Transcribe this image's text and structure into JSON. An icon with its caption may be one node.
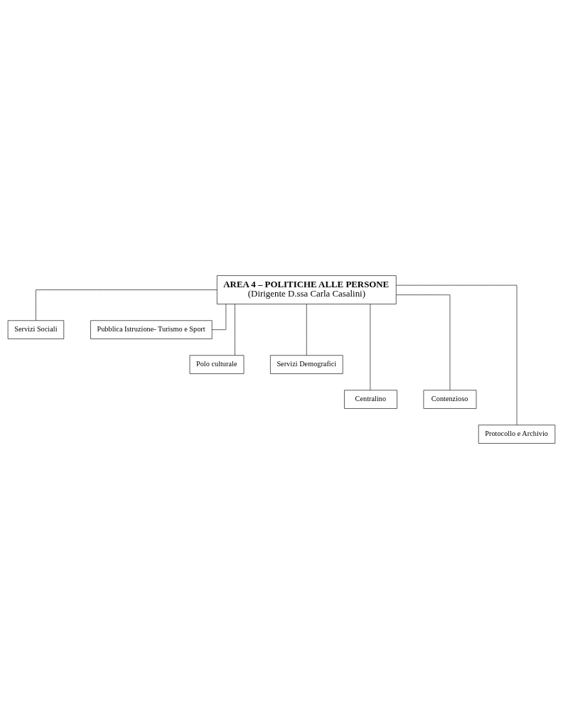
{
  "diagram": {
    "nodes": [
      {
        "text": [
          "AREA 4 – POLITICHE ALLE PERSONE",
          "(Dirigente D.ssa Carla Casalini)"
        ]
      },
      {
        "text": [
          "Servizi Sociali"
        ]
      },
      {
        "text": [
          "Pubblica Istruzione- Turismo e Sport"
        ]
      },
      {
        "text": [
          "Polo culturale"
        ]
      },
      {
        "text": [
          "Servizi Demografici"
        ]
      },
      {
        "text": [
          "Centralino"
        ]
      },
      {
        "text": [
          "Contenzioso"
        ]
      },
      {
        "text": [
          "Protocollo e Archivio"
        ]
      }
    ],
    "edges": [
      {
        "from": 0,
        "to": 1,
        "arrow": "none"
      },
      {
        "from": 0,
        "to": 2,
        "arrow": "none"
      },
      {
        "from": 0,
        "to": 3,
        "arrow": "none"
      },
      {
        "from": 0,
        "to": 4,
        "arrow": "none"
      },
      {
        "from": 0,
        "to": 5,
        "arrow": "none"
      },
      {
        "from": 0,
        "to": 6,
        "arrow": "none"
      },
      {
        "from": 0,
        "to": 7,
        "arrow": "none"
      }
    ]
  }
}
